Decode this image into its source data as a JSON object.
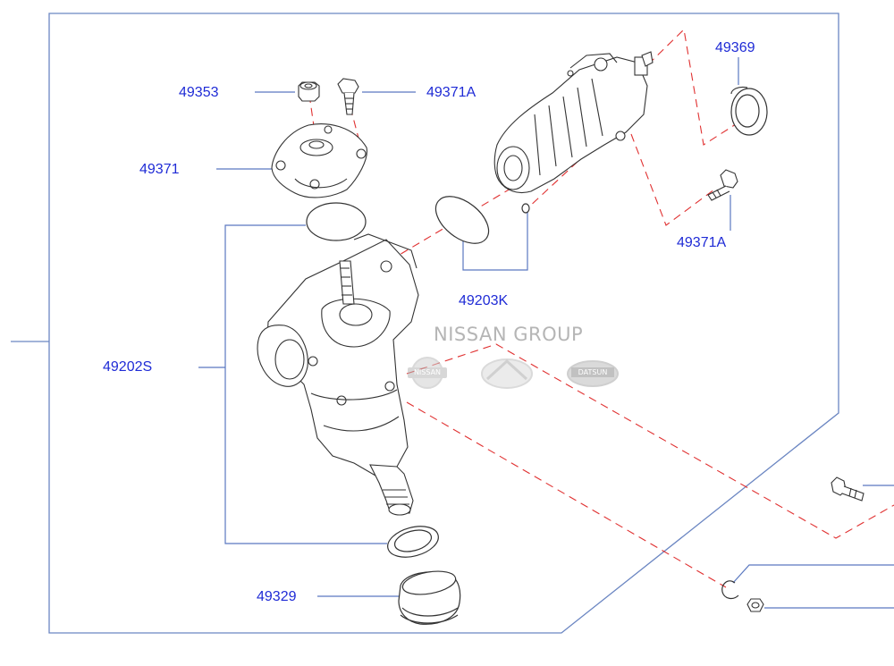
{
  "watermark": {
    "text": "NISSAN GROUP",
    "logos": [
      {
        "name": "nissan-logo",
        "text": "NISSAN"
      },
      {
        "name": "infiniti-logo",
        "text": ""
      },
      {
        "name": "datsun-logo",
        "text": "DATSUN"
      }
    ]
  },
  "colors": {
    "frame": "#6b86c2",
    "label": "#1f2bd6",
    "leader": "#5a78c0",
    "dashed": "#e03030",
    "part": "#333333"
  },
  "parts": [
    {
      "id": "49353"
    },
    {
      "id": "49371A"
    },
    {
      "id": "49371"
    },
    {
      "id": "49369"
    },
    {
      "id": "49371A"
    },
    {
      "id": "49203K"
    },
    {
      "id": "49202S"
    },
    {
      "id": "49329"
    }
  ]
}
